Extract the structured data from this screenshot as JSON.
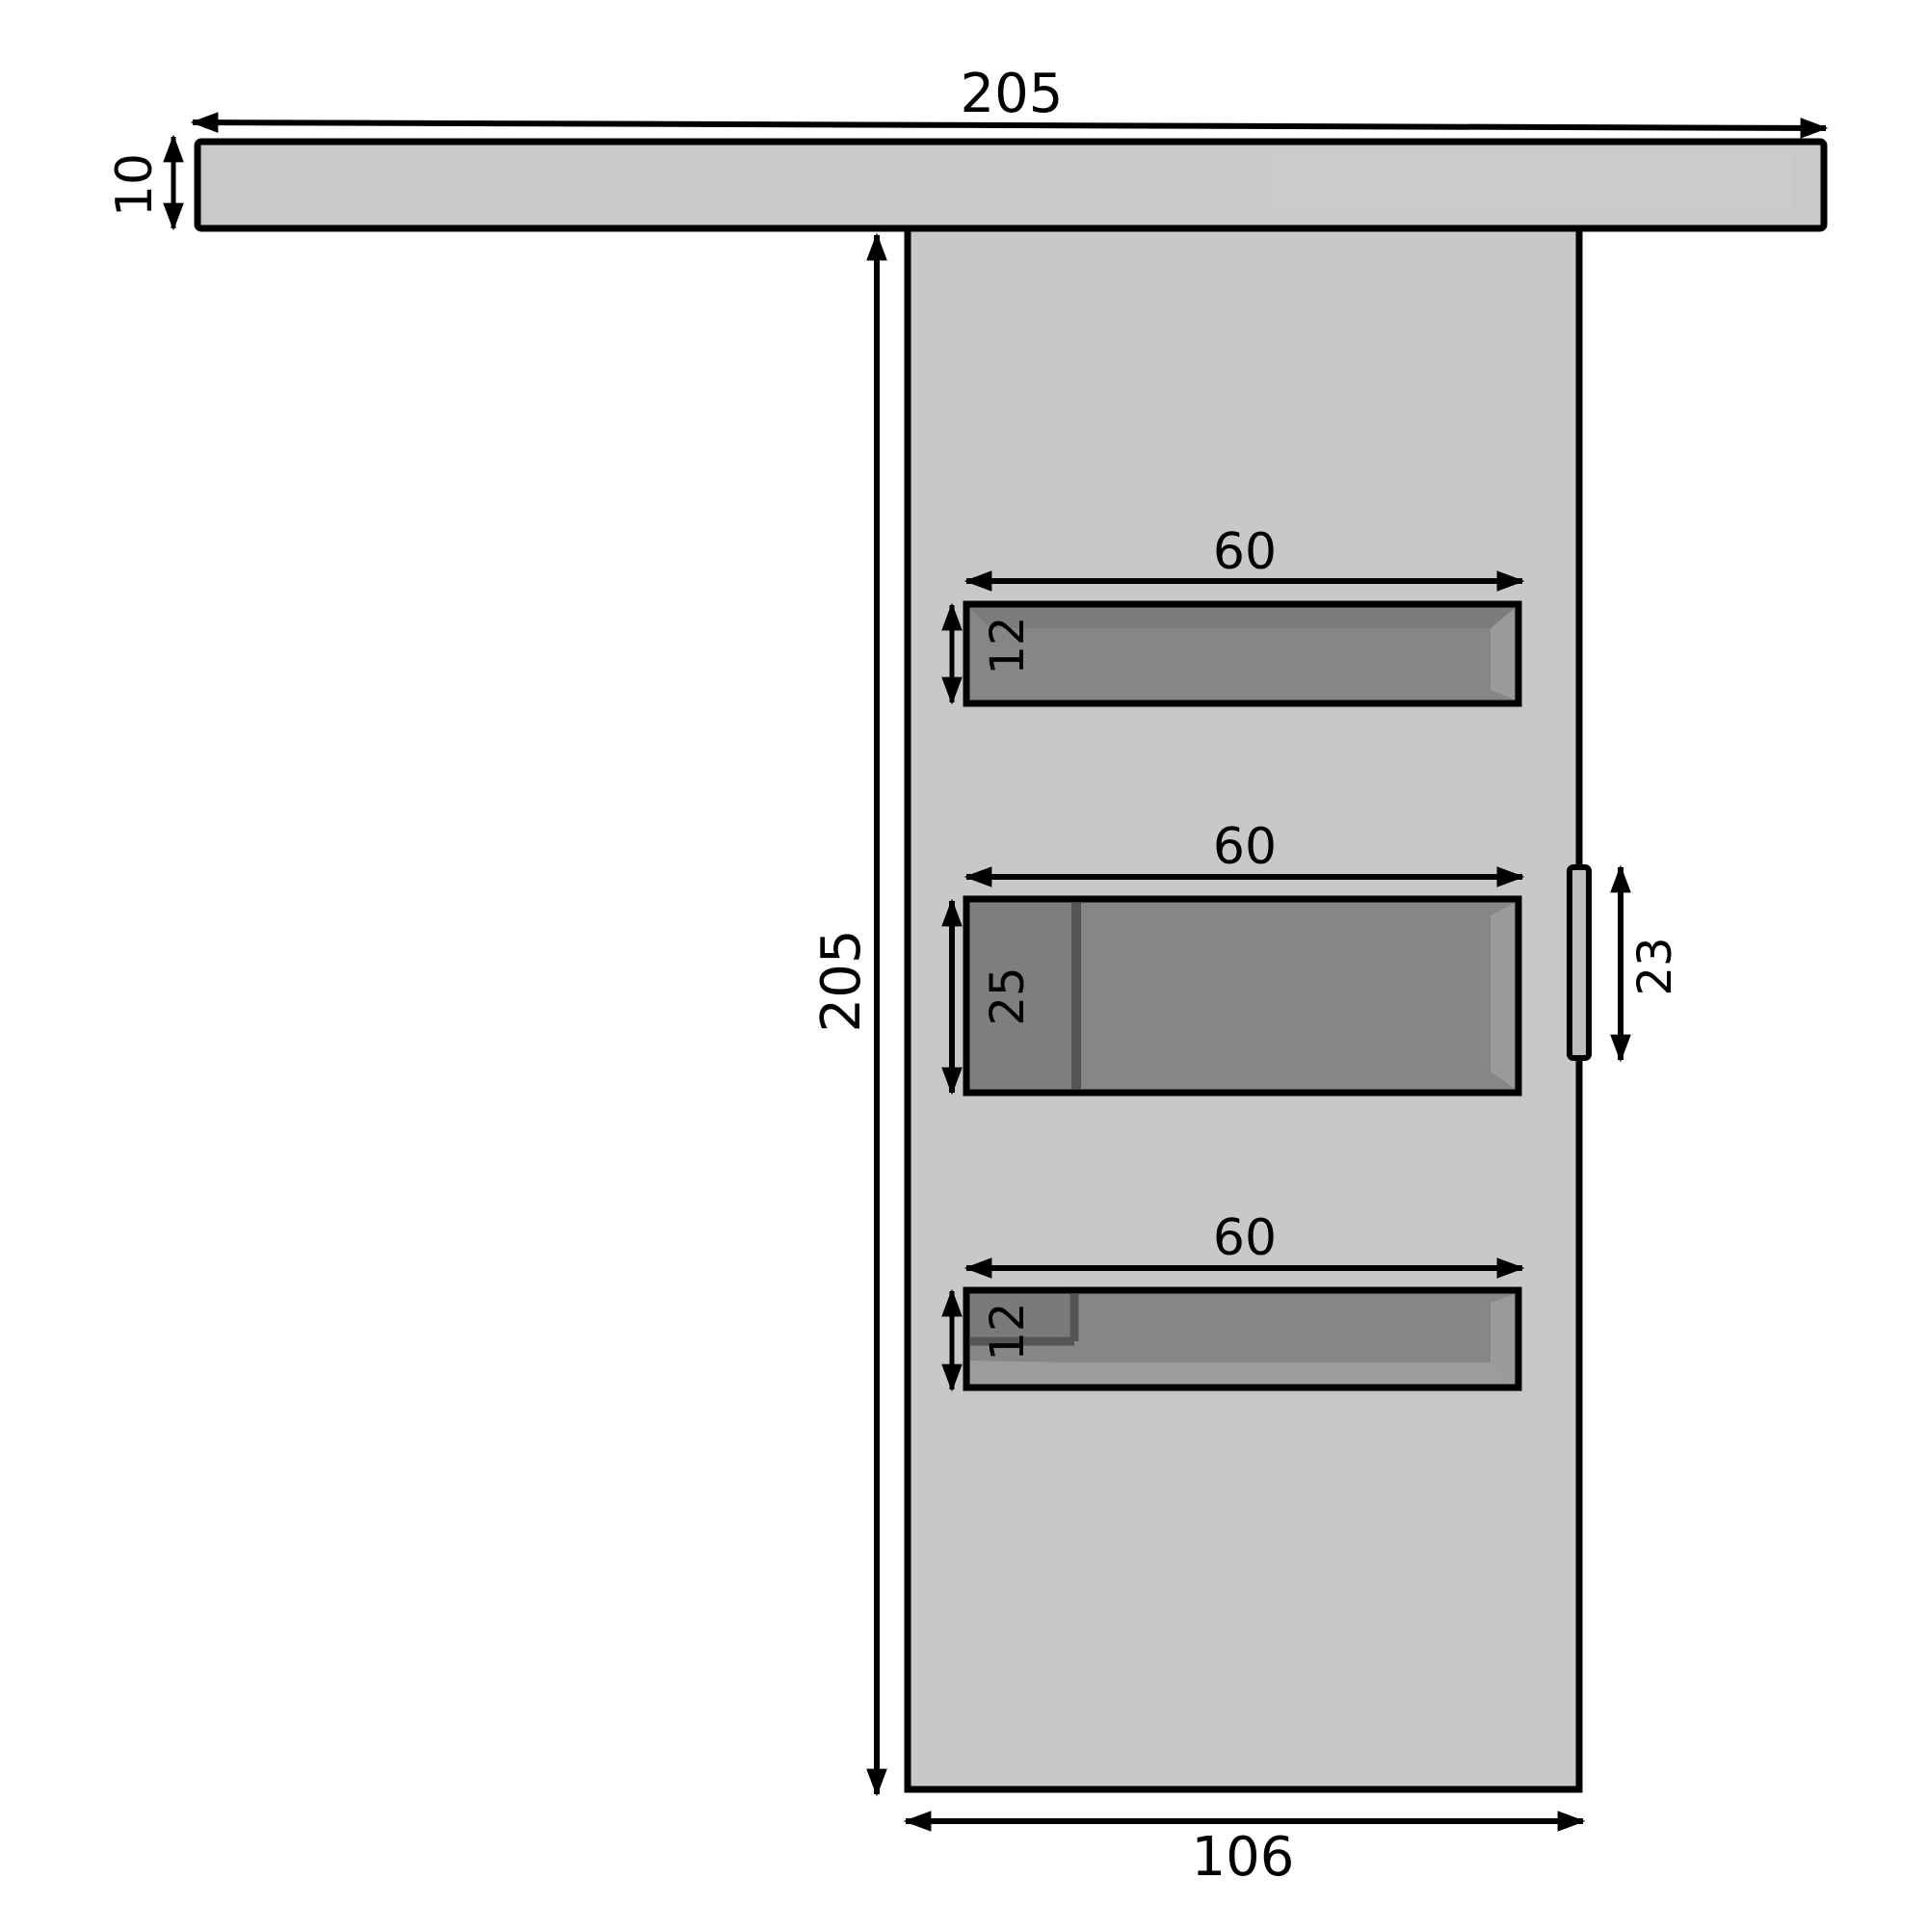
{
  "dimensions": {
    "rail_width": "205",
    "rail_height": "10",
    "door_height": "205",
    "door_width": "106",
    "window_top_width": "60",
    "window_top_height": "12",
    "window_mid_width": "60",
    "window_mid_height": "25",
    "window_bottom_width": "60",
    "window_bottom_height": "12",
    "handle_height": "23"
  },
  "colors": {
    "door_fill": "#c8c8c8",
    "rail_fill": "#c9c9c9",
    "window_fill": "#868686",
    "window_shade": "#7a7a7a",
    "window_highlight": "#9a9a9a",
    "stroke": "#000000",
    "background": "#ffffff"
  }
}
